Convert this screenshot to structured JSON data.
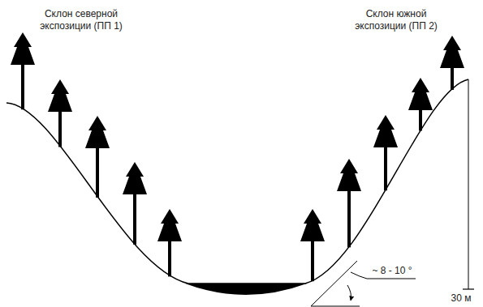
{
  "diagram": {
    "labels": [
      "Склон северной экспозиции (ПП 1)",
      "Склон южной экспозиции (ПП 2)",
      "~ 8 - 10 °",
      "30 м"
    ]
  }
}
